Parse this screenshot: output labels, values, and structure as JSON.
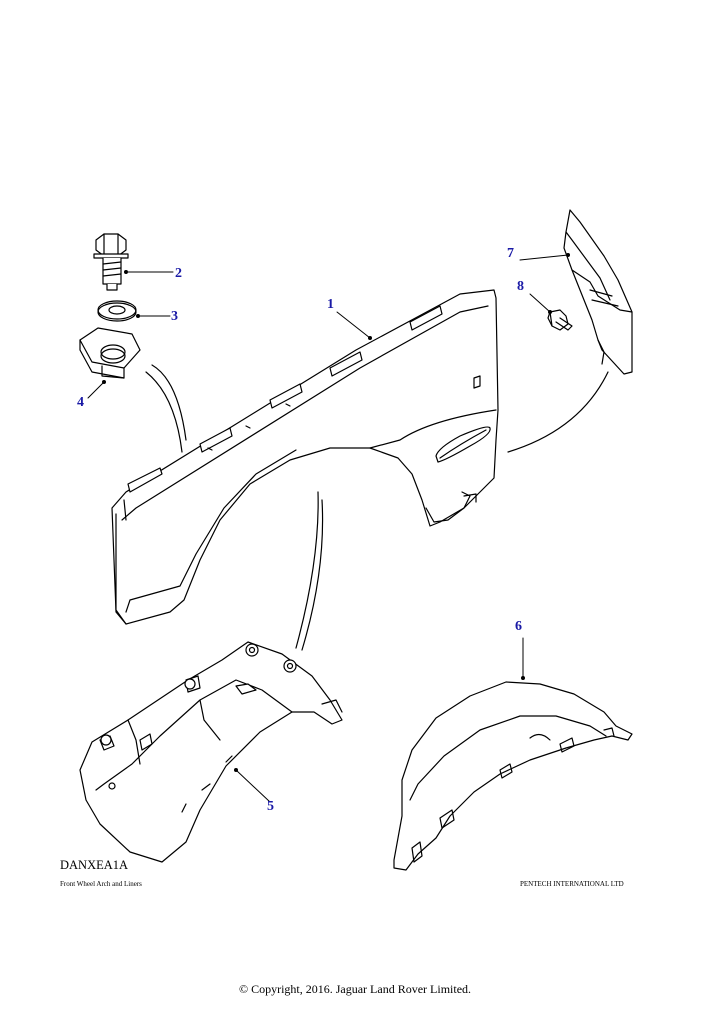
{
  "callouts": [
    {
      "id": "callout-1",
      "label": "1"
    },
    {
      "id": "callout-2",
      "label": "2"
    },
    {
      "id": "callout-3",
      "label": "3"
    },
    {
      "id": "callout-4",
      "label": "4"
    },
    {
      "id": "callout-5",
      "label": "5"
    },
    {
      "id": "callout-6",
      "label": "6"
    },
    {
      "id": "callout-7",
      "label": "7"
    },
    {
      "id": "callout-8",
      "label": "8"
    }
  ],
  "diagram_code": "DANXEA1A",
  "caption": "Front Wheel Arch and Liners",
  "supplier": "PENTECH INTERNATIONAL LTD",
  "copyright": "© Copyright, 2016. Jaguar Land Rover Limited.",
  "colors": {
    "callout": "#1a1aa6",
    "line": "#000000",
    "part_fill": "#ffffff",
    "shade": "#e8e8e8"
  }
}
